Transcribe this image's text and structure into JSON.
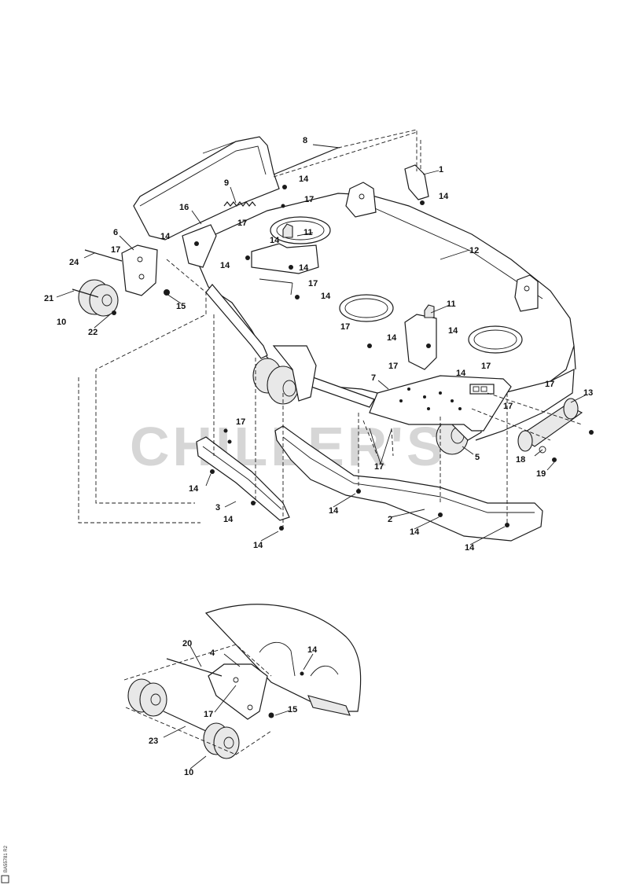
{
  "watermark": "CHILLER'S",
  "drawing_code": "BA55781 R2",
  "callouts": {
    "c1": "1",
    "c2": "2",
    "c3": "3",
    "c4": "4",
    "c5": "5",
    "c6": "6",
    "c7": "7",
    "c8": "8",
    "c9": "9",
    "c10": "10",
    "c10b": "10",
    "c11": "11",
    "c11b": "11",
    "c12": "12",
    "c13": "13",
    "c14": "14",
    "c15": "15",
    "c15b": "15",
    "c16": "16",
    "c17": "17",
    "c18": "18",
    "c19": "19",
    "c20": "20",
    "c21": "21",
    "c22": "22",
    "c23": "23",
    "c24": "24"
  }
}
